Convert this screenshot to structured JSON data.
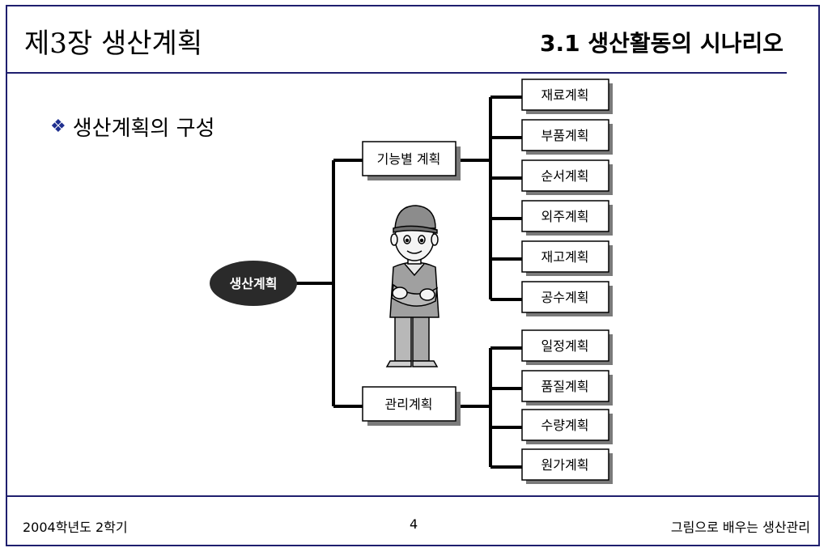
{
  "header": {
    "chapter_title": "제3장 생산계획",
    "section_title": "3.1 생산활동의 시나리오"
  },
  "content": {
    "bullet_symbol": "❖",
    "bullet_text": "생산계획의 구성"
  },
  "diagram": {
    "root": "생산계획",
    "groups": [
      {
        "label": "기능별 계획",
        "children": [
          "재료계획",
          "부품계획",
          "순서계획",
          "외주계획",
          "재고계획",
          "공수계획"
        ]
      },
      {
        "label": "관리계획",
        "children": [
          "일정계획",
          "품질계획",
          "수량계획",
          "원가계획"
        ]
      }
    ]
  },
  "footer": {
    "left": "2004학년도 2학기",
    "page_number": "4",
    "right": "그림으로 배우는 생산관리"
  }
}
